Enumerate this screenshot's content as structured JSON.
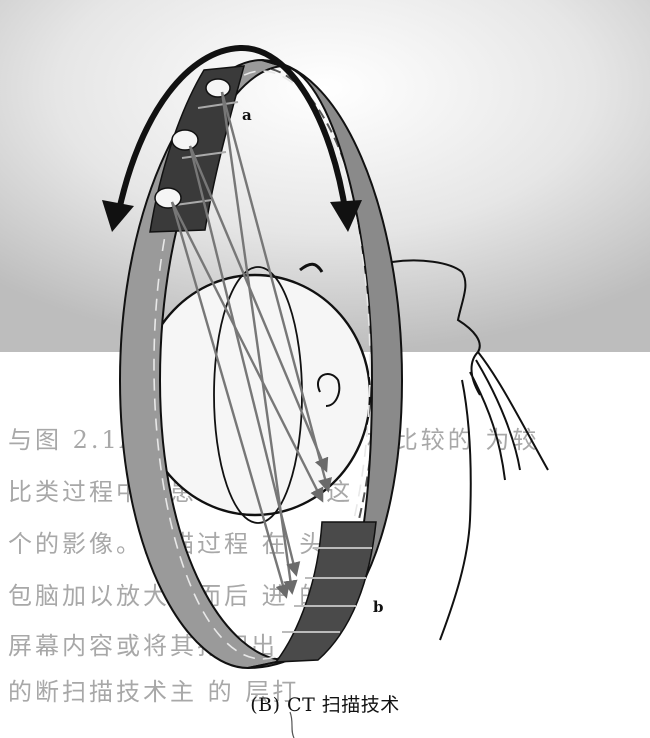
{
  "labels": {
    "a": "a",
    "b": "b"
  },
  "caption": "(B) CT 扫描技术",
  "background_text_lines": [
    "与图 2.1A 所示的那样的断，相比较的 为较",
    "比类过程中，患者 的 在，这",
    "个的影像。扫描过程 在 头休",
    "包脑加以放大，而后 进 的",
    "屏幕内容或将其打印出",
    "的断扫描技术主 的 层打"
  ],
  "colors": {
    "ring_face": "#8f8f8f",
    "ring_inner": "#b4b4b4",
    "ring_dark": "#505050",
    "arrow": "#111111",
    "beam": "#7a7a7a"
  }
}
